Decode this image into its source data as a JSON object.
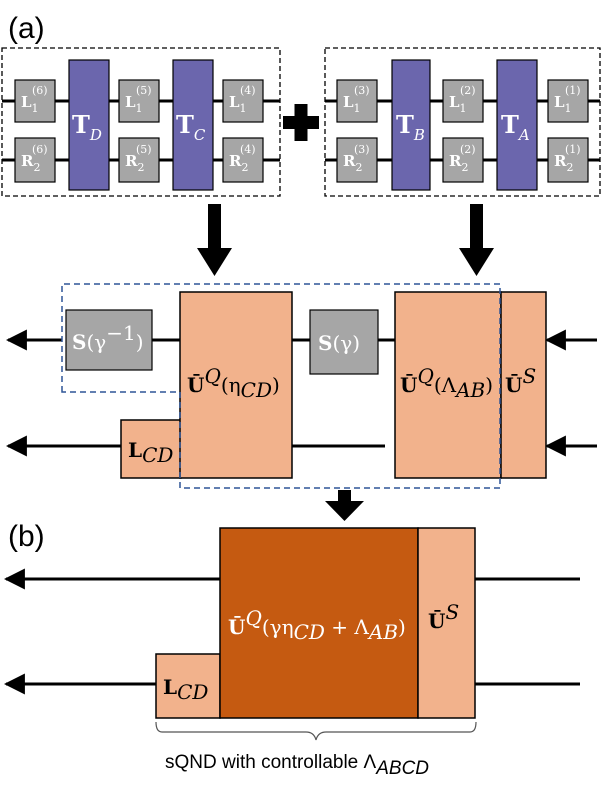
{
  "panels": {
    "a": "(a)",
    "b": "(b)"
  },
  "plus_sign": "+",
  "left_group": {
    "top_row": [
      {
        "base": "L",
        "sub": "1",
        "sup": "(6)"
      },
      {
        "base": "L",
        "sub": "1",
        "sup": "(5)"
      },
      {
        "base": "L",
        "sub": "1",
        "sup": "(4)"
      }
    ],
    "bottom_row": [
      {
        "base": "R",
        "sub": "2",
        "sup": "(6)"
      },
      {
        "base": "R",
        "sub": "2",
        "sup": "(5)"
      },
      {
        "base": "R",
        "sub": "2",
        "sup": "(4)"
      }
    ],
    "transfer_blocks": [
      {
        "base": "T",
        "sub": "D"
      },
      {
        "base": "T",
        "sub": "C"
      }
    ]
  },
  "right_group": {
    "top_row": [
      {
        "base": "L",
        "sub": "1",
        "sup": "(3)"
      },
      {
        "base": "L",
        "sub": "1",
        "sup": "(2)"
      },
      {
        "base": "L",
        "sub": "1",
        "sup": "(1)"
      }
    ],
    "bottom_row": [
      {
        "base": "R",
        "sub": "2",
        "sup": "(3)"
      },
      {
        "base": "R",
        "sub": "2",
        "sup": "(2)"
      },
      {
        "base": "R",
        "sub": "2",
        "sup": "(1)"
      }
    ],
    "transfer_blocks": [
      {
        "base": "T",
        "sub": "B"
      },
      {
        "base": "T",
        "sub": "A"
      }
    ]
  },
  "middle": {
    "squeeze_inverse": {
      "base": "S",
      "arg": "(γ",
      "sup": "−1",
      "close": ")"
    },
    "squeeze": {
      "base": "S",
      "arg": "(γ)"
    },
    "u_cd": {
      "base": "Ū",
      "sup": "Q",
      "arg": "(η",
      "sub": "CD",
      "close": ")"
    },
    "u_ab": {
      "base": "Ū",
      "sup": "Q",
      "arg": "(Λ",
      "sub": "AB",
      "close": ")"
    },
    "u_s": {
      "base": "Ū",
      "sup": "S"
    },
    "l_cd": {
      "base": "L",
      "sub": "CD"
    }
  },
  "bottom": {
    "u_combined": {
      "base": "Ū",
      "sup": "Q",
      "arg": "(γη",
      "sub1": "CD",
      "plus": " + Λ",
      "sub2": "AB",
      "close": ")"
    },
    "u_s": {
      "base": "Ū",
      "sup": "S"
    },
    "l_cd": {
      "base": "L",
      "sub": "CD"
    },
    "caption": {
      "text": "sQND with controllable Λ",
      "sub": "ABCD"
    }
  },
  "colors": {
    "gray_box": "#a6a6a6",
    "transfer_purple": "#6b66ad",
    "light_orange": "#f2b28c",
    "dark_orange": "#c55a11",
    "dashed_frame": "#2f5597"
  }
}
